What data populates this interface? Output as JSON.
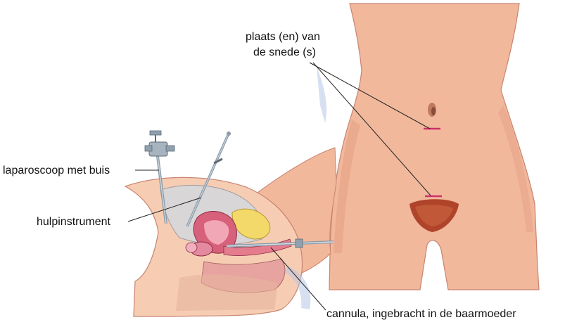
{
  "labels": {
    "laparoscope": "laparoscoop met buis",
    "auxiliary_instrument": "hulpinstrument",
    "incision_line1": "plaats (en) van",
    "incision_line2": "de snede (s)",
    "cannula": "cannula, ingebracht in de baarmoeder"
  },
  "colors": {
    "skin": "#f1b89c",
    "skin_shadow": "#e09478",
    "uterus": "#d7607a",
    "bladder": "#f3d86a",
    "incision_mark": "#d0306a",
    "pubic_hair": "#b0442a",
    "instrument": "#8a9aa8",
    "leader_line": "#222222"
  }
}
